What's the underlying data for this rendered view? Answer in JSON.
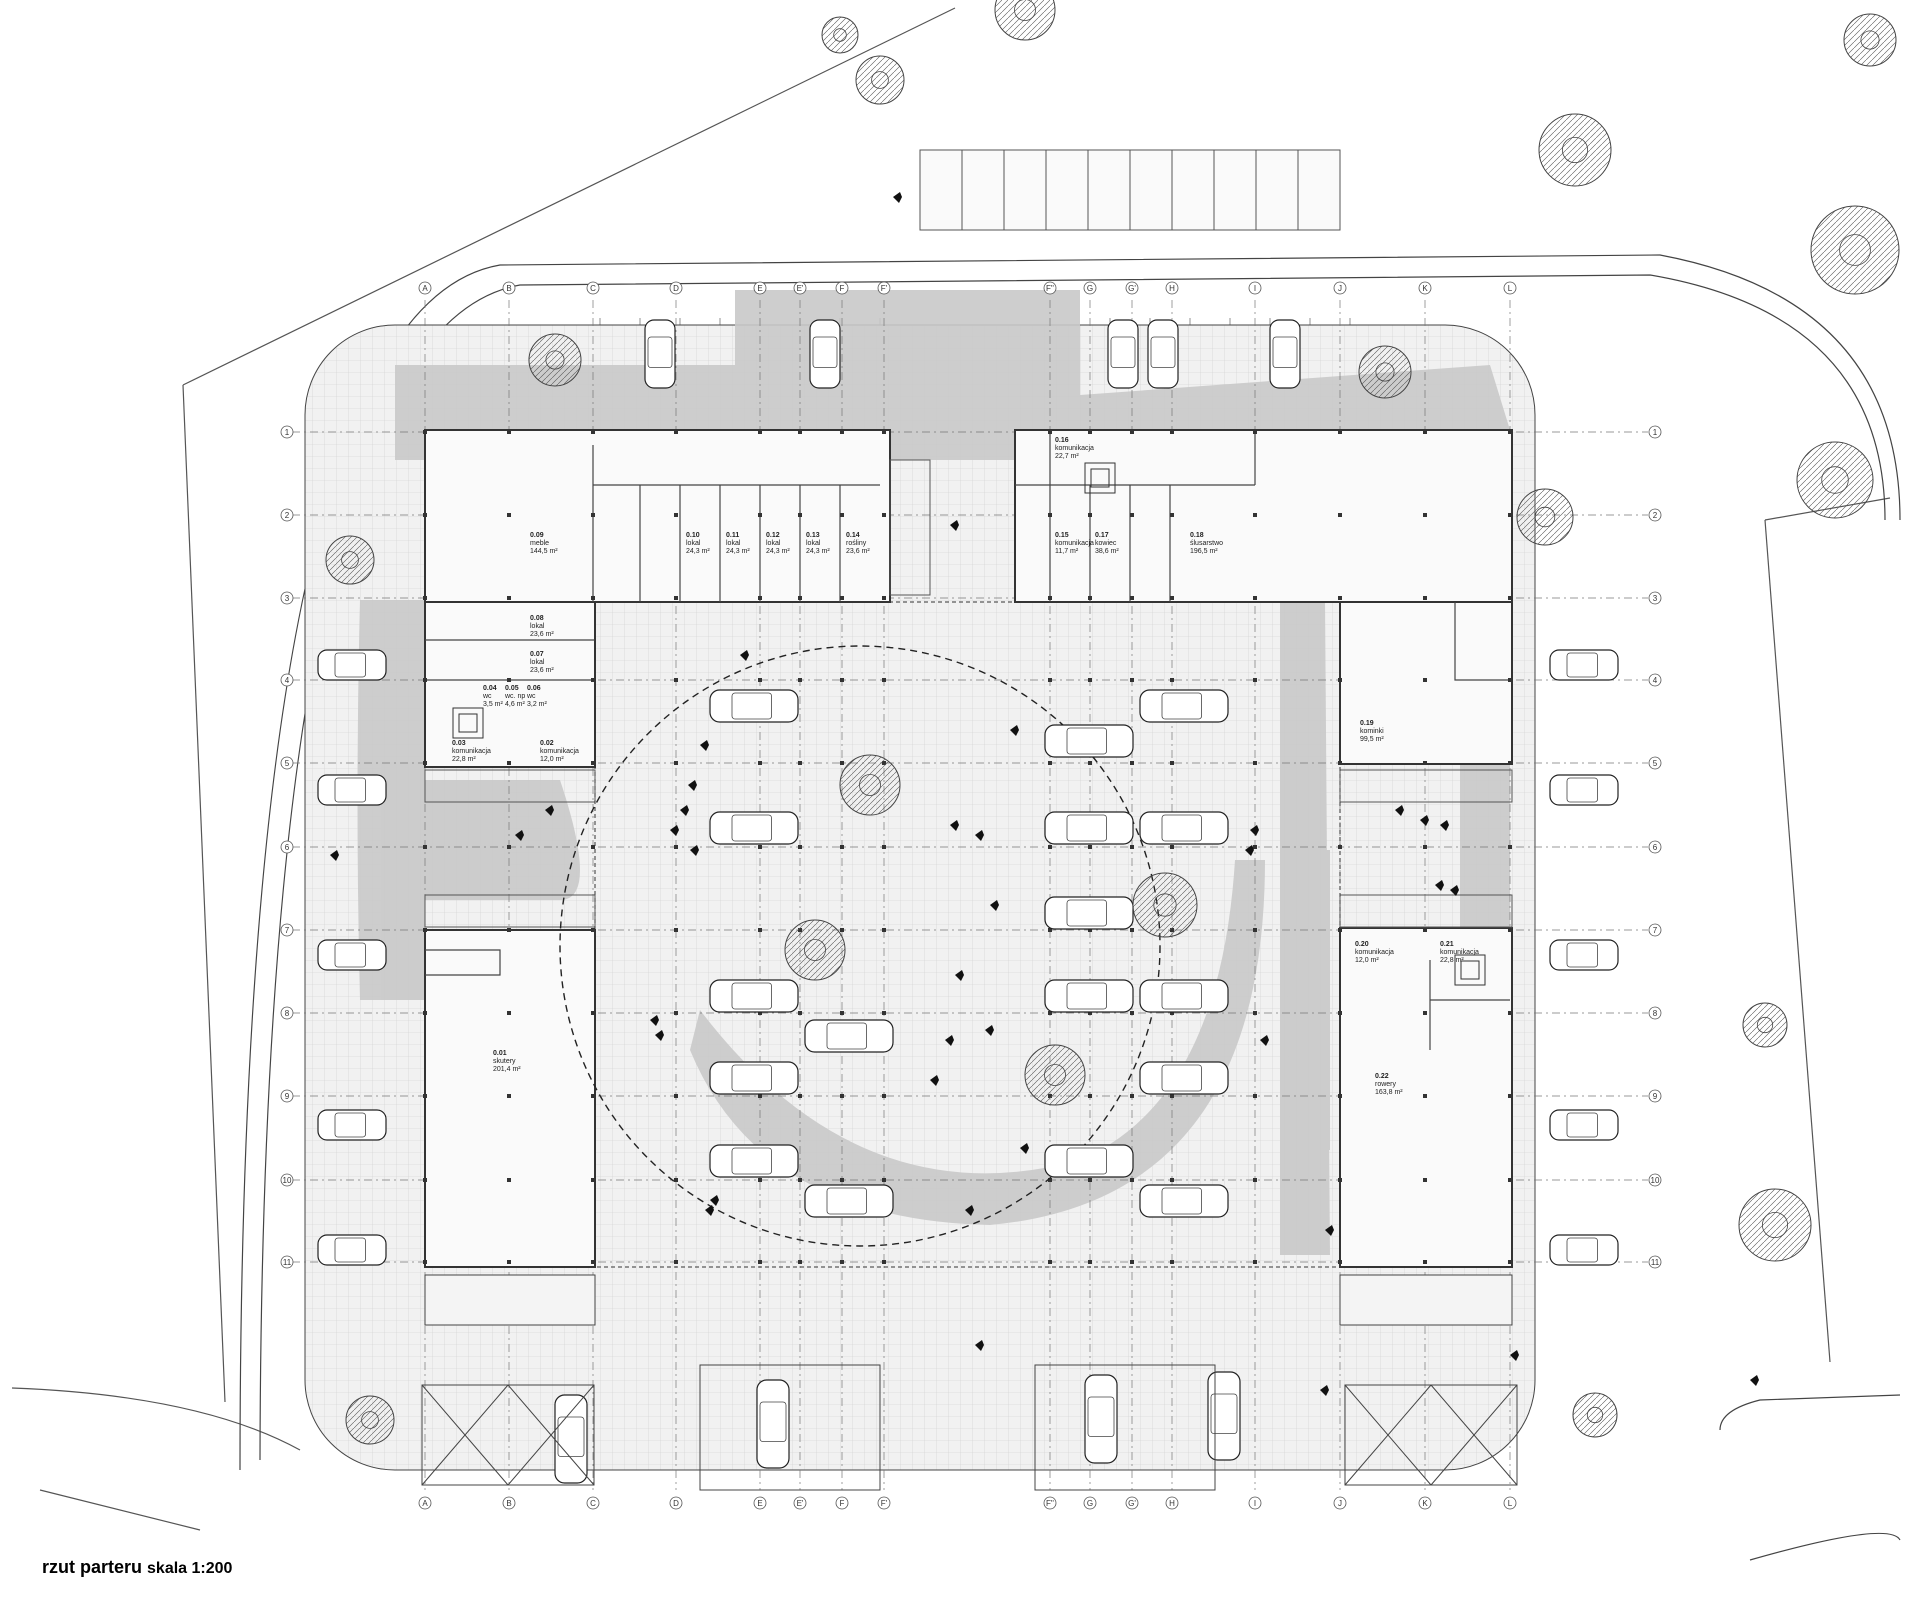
{
  "caption": {
    "title": "rzut parteru",
    "scale": "skala 1:200"
  },
  "grid": {
    "columns": [
      "A",
      "B",
      "C",
      "D",
      "E",
      "E'",
      "F",
      "F'",
      "F''",
      "G",
      "G'",
      "H",
      "I",
      "J",
      "K",
      "L"
    ],
    "rows": [
      "1",
      "2",
      "3",
      "4",
      "5",
      "6",
      "7",
      "8",
      "9",
      "10",
      "11"
    ]
  },
  "rooms": [
    {
      "id": "0.09",
      "name": "meble",
      "area": "144,5 m²"
    },
    {
      "id": "0.10",
      "name": "lokal",
      "area": "24,3 m²"
    },
    {
      "id": "0.11",
      "name": "lokal",
      "area": "24,3 m²"
    },
    {
      "id": "0.12",
      "name": "lokal",
      "area": "24,3 m²"
    },
    {
      "id": "0.13",
      "name": "lokal",
      "area": "24,3 m²"
    },
    {
      "id": "0.14",
      "name": "rośliny",
      "area": "23,6 m²"
    },
    {
      "id": "0.16",
      "name": "komunikacja",
      "area": "22,7 m²"
    },
    {
      "id": "0.15",
      "name": "komunikacja",
      "area": "11,7 m²"
    },
    {
      "id": "0.17",
      "name": "kowiec",
      "area": "38,6 m²"
    },
    {
      "id": "0.18",
      "name": "ślusarstwo",
      "area": "196,5 m²"
    },
    {
      "id": "0.08",
      "name": "lokal",
      "area": "23,6 m²"
    },
    {
      "id": "0.07",
      "name": "lokal",
      "area": "23,6 m²"
    },
    {
      "id": "0.04",
      "name": "wc",
      "area": "3,5 m²"
    },
    {
      "id": "0.05",
      "name": "wc. np",
      "area": "4,6 m²"
    },
    {
      "id": "0.06",
      "name": "wc",
      "area": "3,2 m²"
    },
    {
      "id": "0.03",
      "name": "komunikacja",
      "area": "22,8 m²"
    },
    {
      "id": "0.02",
      "name": "komunikacja",
      "area": "12,0 m²"
    },
    {
      "id": "0.19",
      "name": "kominki",
      "area": "99,5 m²"
    },
    {
      "id": "0.20",
      "name": "komunikacja",
      "area": "12,0 m²"
    },
    {
      "id": "0.21",
      "name": "komunikacja",
      "area": "22,8 m²"
    },
    {
      "id": "0.01",
      "name": "skutery",
      "area": "201,4 m²"
    },
    {
      "id": "0.22",
      "name": "rowery",
      "area": "163,8 m²"
    }
  ],
  "colors": {
    "shadow": "#c9c9c9",
    "line": "#333333",
    "paving": "#e6e6e6",
    "background": "#ffffff"
  }
}
